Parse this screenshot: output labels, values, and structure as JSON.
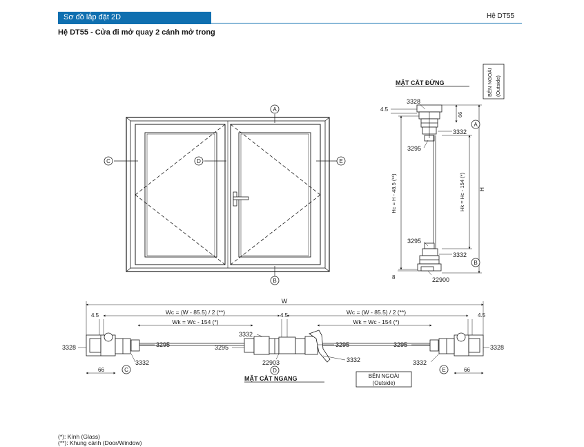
{
  "header": {
    "section_title": "Sơ đồ lắp đặt 2D",
    "system_code": "Hệ DT55"
  },
  "page_title": "Hệ DT55 - Cửa đi mở quay 2 cánh mở trong",
  "elevation": {
    "markers": {
      "top": "A",
      "bottom": "B",
      "left": "C",
      "center": "D",
      "right": "E"
    }
  },
  "vertical_section": {
    "title": "MẶT CẮT ĐỨNG",
    "outside_label": "BÊN NGOÀI",
    "outside_label_en": "(Outside)",
    "dim_top_offset": "4.5",
    "profile_top": "3328",
    "dim_66": "66",
    "profile_top_sash": "3332",
    "profile_top_bead": "3295",
    "hc_label": "Hc = H - 48.5 (**)",
    "hk_label": "Hk = Hc - 154 (*)",
    "h_label": "H",
    "profile_bottom_bead": "3295",
    "profile_bottom_sash": "3332",
    "profile_sill": "22900",
    "dim_8": "8",
    "marker_a": "A",
    "marker_b": "B"
  },
  "horizontal_section": {
    "title": "MẶT CẮT NGANG",
    "outside_label": "BÊN NGOÀI",
    "outside_label_en": "(Outside)",
    "overall_width": "W",
    "dim_left_45": "4.5",
    "dim_right_45": "4.5",
    "dim_center_45": "4.5",
    "wc_left": "Wc = (W - 85.5) / 2 (**)",
    "wc_right": "Wc = (W - 85.5) / 2 (**)",
    "wk_left": "Wk = Wc - 154 (*)",
    "wk_right": "Wk = Wc - 154 (*)",
    "frame_left": "3328",
    "frame_right": "3328",
    "bead_left": "3295",
    "bead_center_left": "3295",
    "bead_center_right": "3295",
    "bead_right": "3295",
    "sash_left": "3332",
    "sash_center": "3332",
    "sash_center_lower": "3332",
    "sash_right": "3332",
    "mullion": "22903",
    "dim_66_left": "66",
    "dim_66_right": "66",
    "marker_c": "C",
    "marker_d": "D",
    "marker_e": "E"
  },
  "footnotes": [
    "(*): Kính (Glass)",
    "(**): Khung cánh (Door/Window)"
  ]
}
